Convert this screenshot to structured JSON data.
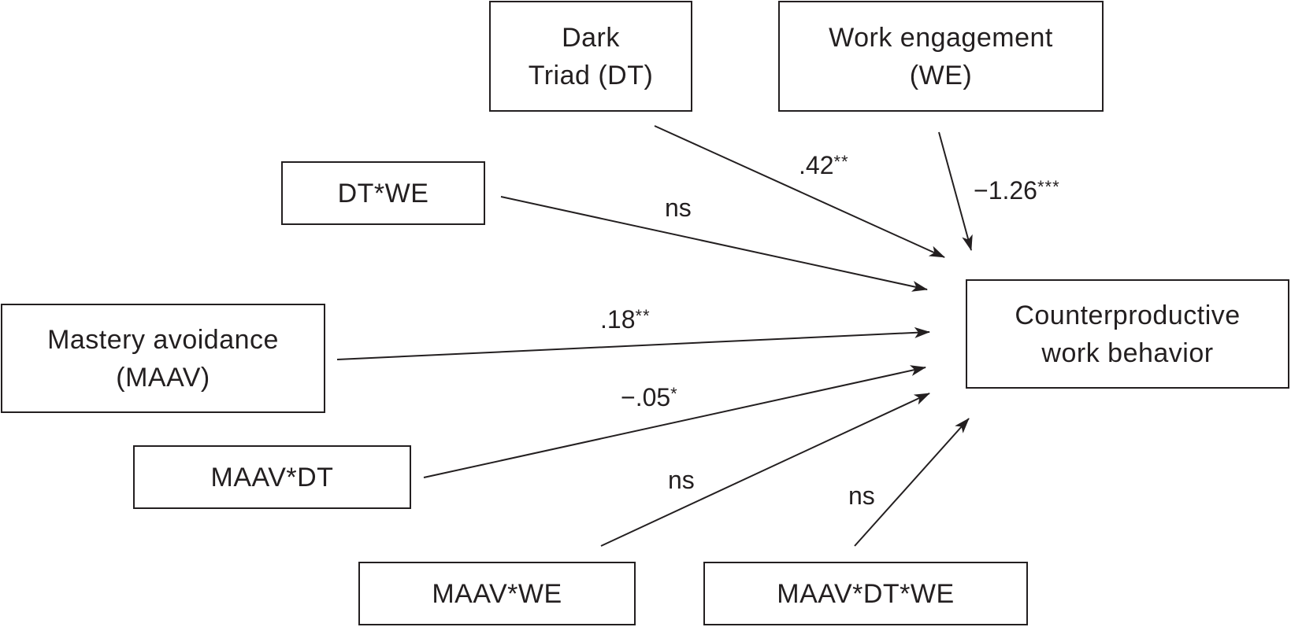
{
  "diagram": {
    "type": "path-model",
    "colors": {
      "stroke": "#231f20",
      "text": "#231f20",
      "background": "#ffffff"
    },
    "nodes": {
      "dt": {
        "lines": [
          "Dark",
          "Triad (DT)"
        ]
      },
      "we": {
        "lines": [
          "Work engagement",
          "(WE)"
        ]
      },
      "dtwe": {
        "lines": [
          "DT*WE"
        ]
      },
      "maav": {
        "lines": [
          "Mastery avoidance",
          "(MAAV)"
        ]
      },
      "maavdt": {
        "lines": [
          "MAAV*DT"
        ]
      },
      "maavwe": {
        "lines": [
          "MAAV*WE"
        ]
      },
      "maavdtwe": {
        "lines": [
          "MAAV*DT*WE"
        ]
      },
      "cwb": {
        "lines": [
          "Counterproductive",
          "work behavior"
        ]
      }
    },
    "edges": [
      {
        "id": "dt-cwb",
        "from": "dt",
        "to": "cwb",
        "coef": ".42",
        "sig": "**"
      },
      {
        "id": "we-cwb",
        "from": "we",
        "to": "cwb",
        "coef": "−1.26",
        "sig": "***"
      },
      {
        "id": "dtwe-cwb",
        "from": "dtwe",
        "to": "cwb",
        "coef": "ns",
        "sig": ""
      },
      {
        "id": "maav-cwb",
        "from": "maav",
        "to": "cwb",
        "coef": ".18",
        "sig": "**"
      },
      {
        "id": "maavdt-cwb",
        "from": "maavdt",
        "to": "cwb",
        "coef": "−.05",
        "sig": "*"
      },
      {
        "id": "maavwe-cwb",
        "from": "maavwe",
        "to": "cwb",
        "coef": "ns",
        "sig": ""
      },
      {
        "id": "maavdtwe-cwb",
        "from": "maavdtwe",
        "to": "cwb",
        "coef": "ns",
        "sig": ""
      }
    ]
  }
}
